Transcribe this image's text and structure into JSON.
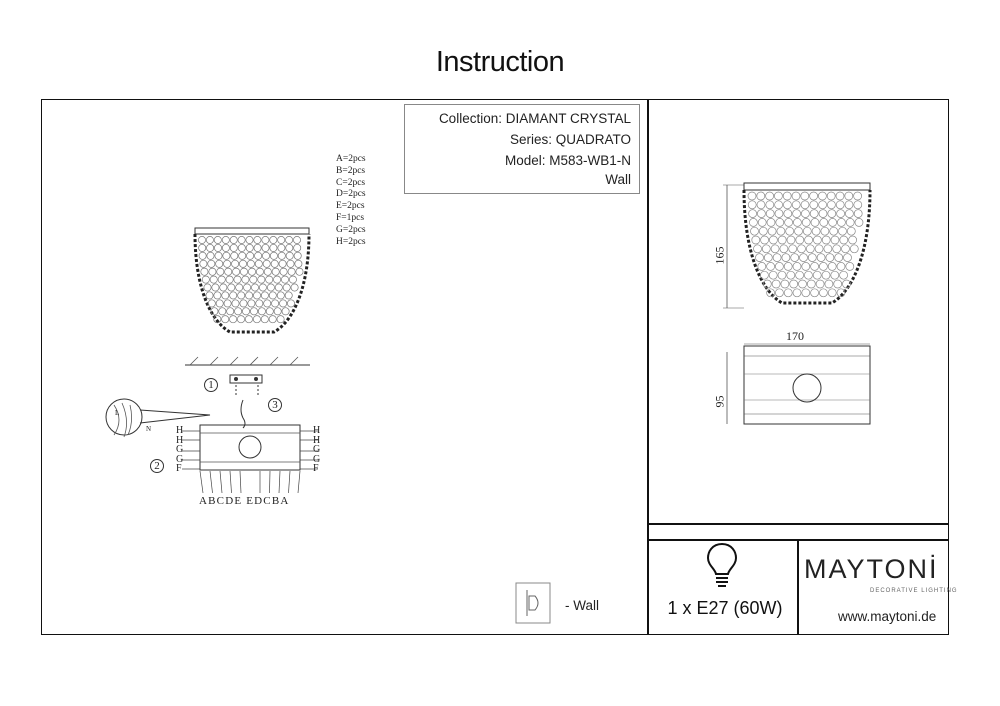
{
  "title": "Instruction",
  "info": {
    "collection": "Collection: DIAMANT CRYSTAL",
    "series": "Series: QUADRATO",
    "model": "Model: M583-WB1-N",
    "type": "Wall"
  },
  "parts": [
    "A=2pcs",
    "B=2pcs",
    "C=2pcs",
    "D=2pcs",
    "E=2pcs",
    "F=1pcs",
    "G=2pcs",
    "H=2pcs"
  ],
  "steps": [
    "1",
    "2",
    "3"
  ],
  "row_labels_left": [
    "H",
    "H",
    "G",
    "G",
    "F"
  ],
  "row_labels_right": [
    "H",
    "H",
    "G",
    "G",
    "F"
  ],
  "bottom_labels": "ABCDE EDCBA",
  "wiring_labels": [
    "L",
    "N"
  ],
  "dimensions": {
    "height": "165",
    "width": "170",
    "depth": "95"
  },
  "mount": {
    "label": "- Wall",
    "icon": "wall-mount-icon"
  },
  "bulb": {
    "spec": "1 x E27 (60W)",
    "icon": "light-bulb-icon"
  },
  "brand": {
    "name": "MAYTONİ",
    "tagline": "DECORATIVE LIGHTING",
    "url": "www.maytoni.de"
  }
}
